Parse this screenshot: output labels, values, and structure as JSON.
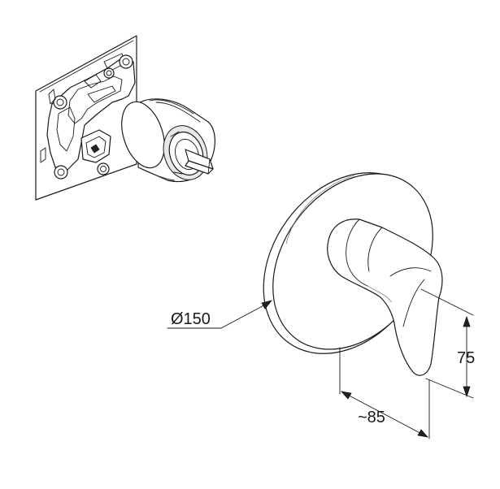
{
  "dimensions": {
    "diameter_label": "Ø150",
    "depth_label": "~85",
    "height_label": "75"
  }
}
